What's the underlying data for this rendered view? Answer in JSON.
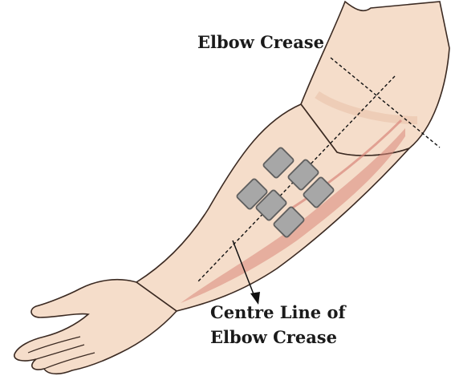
{
  "labels": {
    "elbow_crease": "Elbow Crease",
    "centre_line_line1": "Centre Line of",
    "centre_line_line2": "Elbow Crease"
  },
  "colors": {
    "skin": "#f5ddca",
    "skin_shadow": "#e9c3aa",
    "outline": "#3b2a22",
    "muscle": "#d9867a",
    "pad_fill": "#a7a7a7",
    "pad_border": "#5f5f5f",
    "guide_line": "#111111"
  },
  "electrode_pad_count": 6
}
